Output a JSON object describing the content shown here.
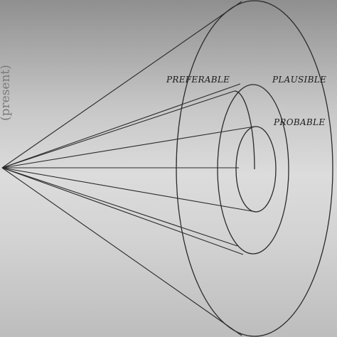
{
  "labels": {
    "present": "(present)",
    "preferable": "PREFERABLE",
    "plausible": "PLAUSIBLE",
    "probable": "PROBABLE"
  },
  "colors": {
    "stroke": "#2a2a2a",
    "background_top": "#8f8f8f",
    "background_mid": "#dcdcdc"
  }
}
